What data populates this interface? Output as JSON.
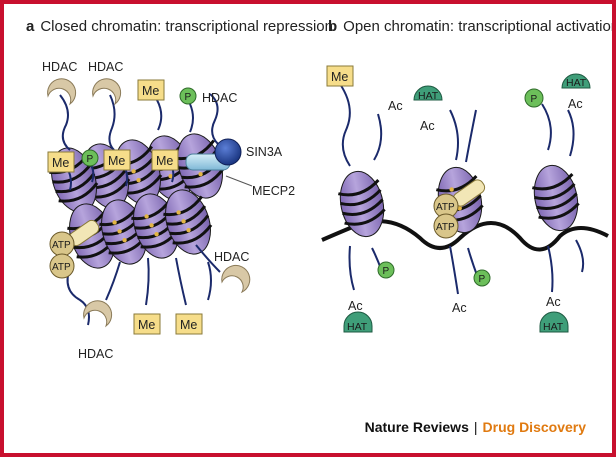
{
  "panel_a": {
    "letter": "a",
    "title": "Closed chromatin: transcriptional repression",
    "labels": {
      "hdac": "HDAC",
      "me": "Me",
      "p": "P",
      "atp": "ATP",
      "sin3a": "SIN3A",
      "mecp2": "MECP2"
    }
  },
  "panel_b": {
    "letter": "b",
    "title": "Open chromatin: transcriptional activation",
    "labels": {
      "me": "Me",
      "ac": "Ac",
      "hat": "HAT",
      "p": "P",
      "atp": "ATP"
    }
  },
  "footer": {
    "journal": "Nature Reviews",
    "separator": "|",
    "section": "Drug Discovery"
  },
  "colors": {
    "frame": "#c8102e",
    "nucleosome": "#9b86c9",
    "tail": "#1b2a6b",
    "methyl_box": "#f6dd8a",
    "phospho": "#6cbf5a",
    "hat": "#3f9e79",
    "hdac": "#d8c8a6",
    "sin3a": "#1e3d8f",
    "mecp2": "#a8d4ea",
    "dna": "#111111",
    "footer_section": "#e07a10"
  }
}
